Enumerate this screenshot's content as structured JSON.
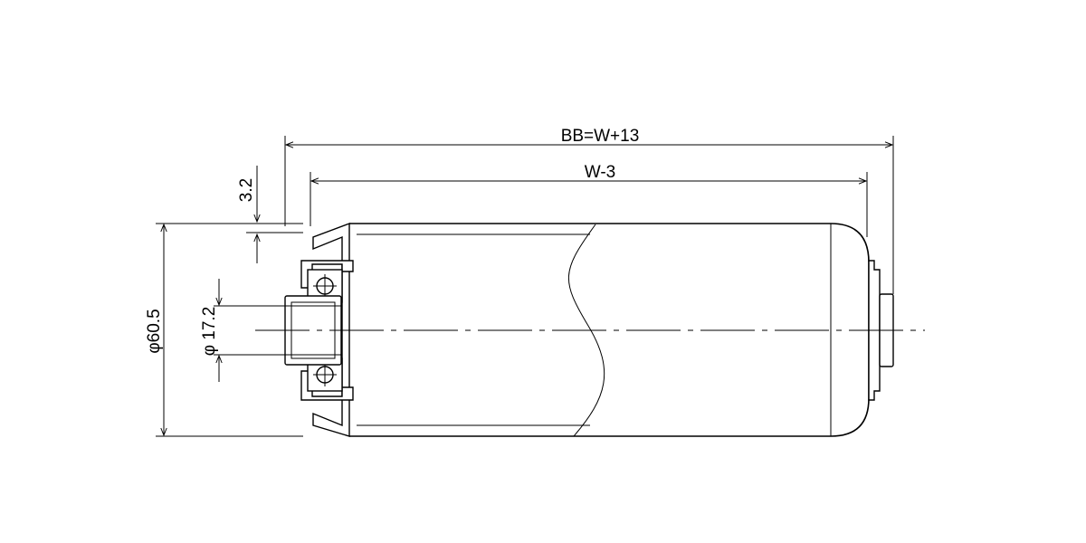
{
  "drawing": {
    "dimensions": {
      "overall_length": "BB=W+13",
      "tube_length": "W-3",
      "wall_thickness": "3.2",
      "outer_diameter": "φ60.5",
      "shaft_diameter": "φ 17.2"
    }
  }
}
